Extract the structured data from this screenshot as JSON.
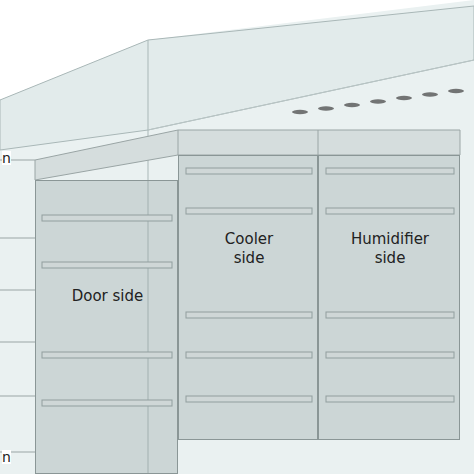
{
  "diagram": {
    "nodes": [
      {
        "text": [
          "Door side"
        ]
      },
      {
        "text": [
          "Cooler side"
        ]
      },
      {
        "text": [
          "Humidifier side"
        ]
      }
    ],
    "labels": [
      "n",
      "n"
    ]
  }
}
